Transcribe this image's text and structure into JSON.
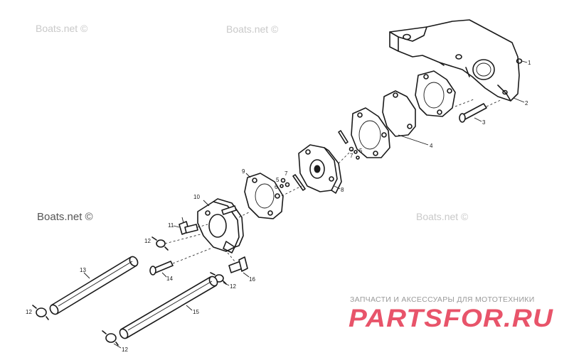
{
  "watermarks": [
    "Boats.net ©",
    "Boats.net ©",
    "Boats.net ©",
    "Boats.net ©"
  ],
  "brand": {
    "tagline": "ЗАПЧАСТИ И АКСЕССУАРЫ ДЛЯ МОТОТЕХНИКИ",
    "logo_text": "PARTSFOR.RU",
    "colors": {
      "logo_red": "#e8546a",
      "logo_dark": "#c7c7c7",
      "tagline": "#999999"
    }
  },
  "callouts": [
    "1",
    "2",
    "3",
    "4",
    "5",
    "5",
    "6",
    "7",
    "7",
    "8",
    "9",
    "10",
    "11",
    "12",
    "12",
    "12",
    "12",
    "13",
    "14",
    "15",
    "16"
  ],
  "icons": [
    "hose-clamp-icon",
    "bolt-icon",
    "fitting-icon"
  ]
}
